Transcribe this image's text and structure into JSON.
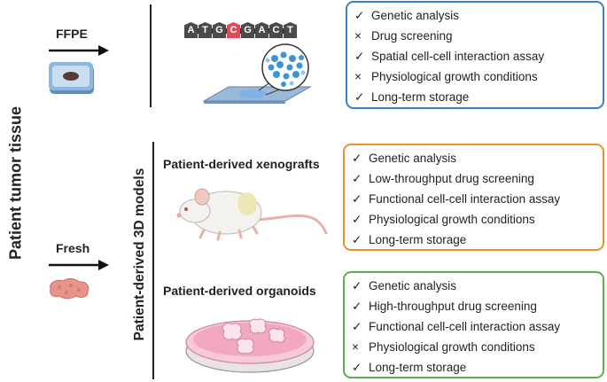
{
  "side_label": "Patient tumor tissue",
  "models_label": "Patient-derived 3D models",
  "arrows": {
    "ffpe": "FFPE",
    "fresh": "Fresh"
  },
  "dna_sequence": [
    "A",
    "T",
    "G",
    "C",
    "G",
    "A",
    "C",
    "T"
  ],
  "sections": {
    "xenografts_title": "Patient-derived xenografts",
    "organoids_title": "Patient-derived organoids"
  },
  "cards": [
    {
      "color": "#3b82c4",
      "items": [
        {
          "mark": "✓",
          "text": "Genetic analysis"
        },
        {
          "mark": "×",
          "text": "Drug screening"
        },
        {
          "mark": "✓",
          "text": "Spatial cell-cell interaction assay"
        },
        {
          "mark": "×",
          "text": "Physiological growth conditions"
        },
        {
          "mark": "✓",
          "text": "Long-term storage"
        }
      ]
    },
    {
      "color": "#e8902f",
      "items": [
        {
          "mark": "✓",
          "text": "Genetic analysis"
        },
        {
          "mark": "✓",
          "text": "Low-throughput drug screening"
        },
        {
          "mark": "✓",
          "text": "Functional cell-cell interaction assay"
        },
        {
          "mark": "✓",
          "text": "Physiological growth conditions"
        },
        {
          "mark": "✓",
          "text": "Long-term storage"
        }
      ]
    },
    {
      "color": "#5bb04c",
      "items": [
        {
          "mark": "✓",
          "text": "Genetic analysis"
        },
        {
          "mark": "✓",
          "text": "High-throughput drug screening"
        },
        {
          "mark": "✓",
          "text": "Functional cell-cell interaction assay"
        },
        {
          "mark": "×",
          "text": "Physiological growth conditions"
        },
        {
          "mark": "✓",
          "text": "Long-term storage"
        }
      ]
    }
  ]
}
